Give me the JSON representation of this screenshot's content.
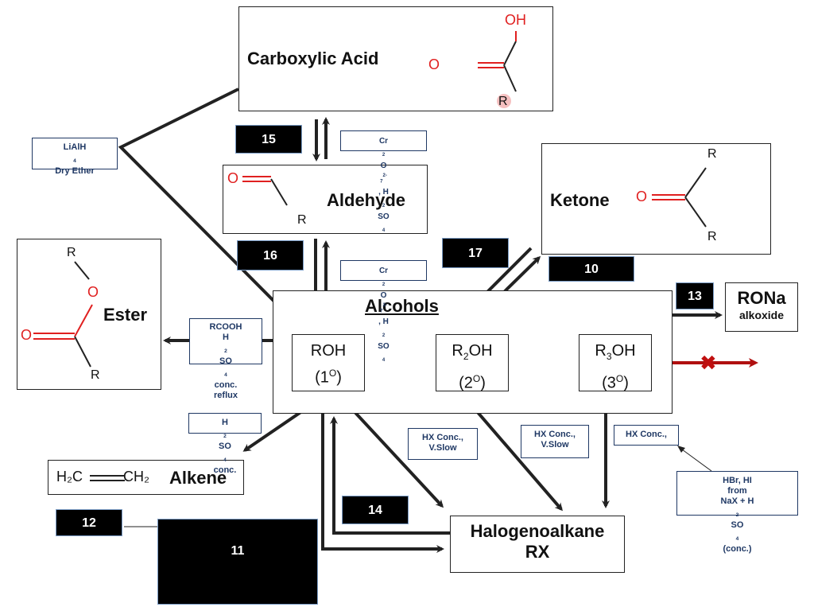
{
  "carboxylic_acid": {
    "title": "Carboxylic Acid",
    "oh": "OH",
    "o": "O",
    "r": "R"
  },
  "aldehyde": {
    "title": "Aldehyde",
    "o": "O",
    "r": "R"
  },
  "ketone": {
    "title": "Ketone",
    "o": "O",
    "r1": "R",
    "r2": "R"
  },
  "ester": {
    "title": "Ester",
    "o_ring": "O",
    "o_double": "O",
    "r1": "R",
    "r2": "R"
  },
  "alcohols": {
    "title": "Alcohols",
    "primary": {
      "formula": "ROH",
      "degree": "(1",
      "deg_sup": "O",
      "close": ")"
    },
    "secondary": {
      "formula_r": "R",
      "sub": "2",
      "formula_oh": "OH",
      "degree": "(2",
      "deg_sup": "O",
      "close": ")"
    },
    "tertiary": {
      "formula_r": "R",
      "sub": "3",
      "formula_oh": "OH",
      "degree": "(3",
      "deg_sup": "O",
      "close": ")"
    }
  },
  "alkoxide": {
    "title": "RONa",
    "subtitle": "alkoxide"
  },
  "alkene": {
    "title": "Alkene",
    "formula_left": "H₂C",
    "formula_right": "CH₂"
  },
  "halogenoalkane": {
    "title": "Halogenoalkane",
    "subtitle": "RX"
  },
  "conditions": {
    "lialh4_1": "LiAlH",
    "lialh4_sub": "4",
    "lialh4_2": "Dry Ether",
    "oxid_top_a": "Cr",
    "oxid_top_b": "2",
    "oxid_top_c": "O",
    "oxid_top_d": "7",
    "oxid_top_e": "2-",
    "oxid_top_f": ", H",
    "oxid_top_g": "2",
    "oxid_top_h": "SO",
    "oxid_top_i": "4",
    "rcooh_1": "RCOOH",
    "rcooh_2a": "H",
    "rcooh_2b": "2",
    "rcooh_2c": "SO",
    "rcooh_2d": "4",
    "rcooh_2e": " conc.",
    "rcooh_3": "reflux",
    "h2so4_a": "H",
    "h2so4_b": "2",
    "h2so4_c": "SO",
    "h2so4_d": "4",
    "h2so4_e": " conc.",
    "hx_slow_1": "HX Conc.,",
    "hx_slow_2": "V.Slow",
    "hx_conc": "HX Conc.,",
    "hbr_1": "HBr, HI",
    "hbr_2": "from",
    "hbr_3a": "NaX + H",
    "hbr_3b": "2",
    "hbr_3c": "SO",
    "hbr_3d": "4",
    "hbr_3e": "  (conc.)"
  },
  "blanks": {
    "b15": "15",
    "b16": "16",
    "b17": "17",
    "b10": "10",
    "b13": "13",
    "b14": "14",
    "b12": "12",
    "b11": "11"
  },
  "colors": {
    "arrow": "#222222",
    "red_arrow": "#b01010",
    "condition_text": "#1f3864",
    "oxygen": "#e02020"
  }
}
